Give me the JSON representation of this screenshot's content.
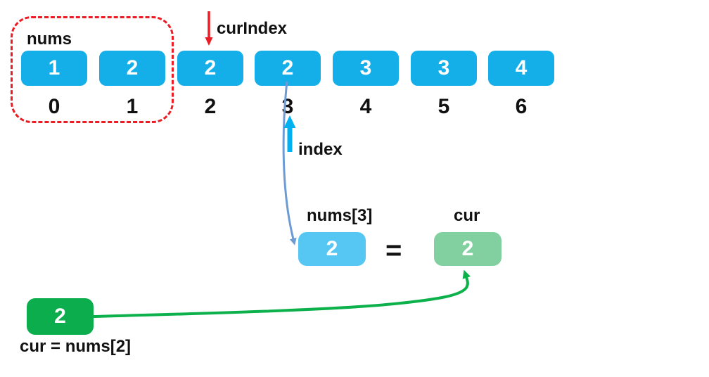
{
  "diagram": {
    "array_label": "nums",
    "cur_index_label": "curIndex",
    "index_pointer_label": "index",
    "cells": [
      {
        "value": "1",
        "index": "0"
      },
      {
        "value": "2",
        "index": "1"
      },
      {
        "value": "2",
        "index": "2"
      },
      {
        "value": "2",
        "index": "3"
      },
      {
        "value": "3",
        "index": "4"
      },
      {
        "value": "3",
        "index": "5"
      },
      {
        "value": "4",
        "index": "6"
      }
    ],
    "comparison": {
      "left_label": "nums[3]",
      "left_value": "2",
      "operator": "=",
      "right_label": "cur",
      "right_value": "2"
    },
    "cur_variable": {
      "value": "2",
      "caption": "cur = nums[2]"
    },
    "colors": {
      "cell_blue": "#14afe9",
      "highlight_blue": "#56c6f2",
      "highlight_green": "#82cfa0",
      "cur_green": "#0cad4d",
      "arrow_red": "#ec1c24",
      "arrow_cyan": "#00b0f0",
      "arrow_steel_blue": "#6e9bd4",
      "arrow_green": "#0db14b"
    }
  }
}
